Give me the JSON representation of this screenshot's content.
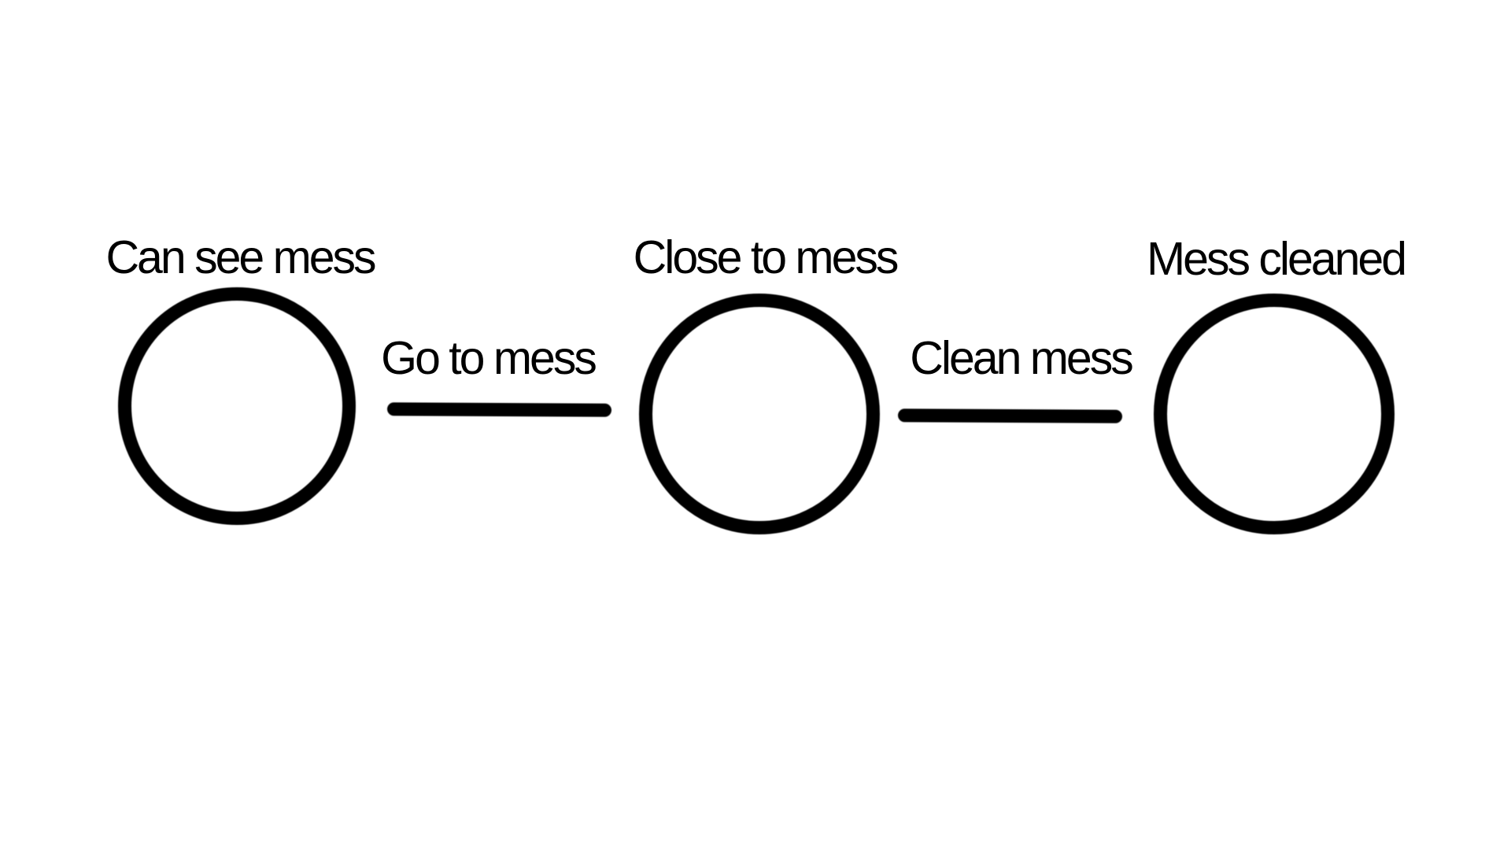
{
  "diagram": {
    "states": [
      {
        "id": "s1",
        "label": "Can see mess"
      },
      {
        "id": "s2",
        "label": "Close to mess"
      },
      {
        "id": "s3",
        "label": "Mess cleaned"
      }
    ],
    "transitions": [
      {
        "from": "s1",
        "to": "s2",
        "label": "Go to mess"
      },
      {
        "from": "s2",
        "to": "s3",
        "label": "Clean mess"
      }
    ],
    "colors": {
      "background": "#ffffff",
      "stroke": "#000000",
      "text": "#000000"
    }
  }
}
